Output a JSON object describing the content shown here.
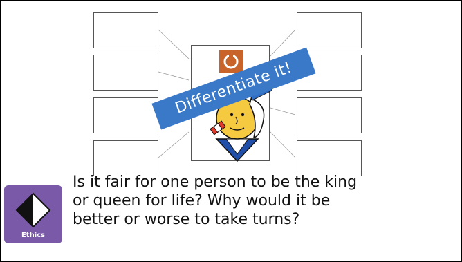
{
  "banner": {
    "text": "Differentiate it!"
  },
  "question": {
    "line1": "Is it fair for one person to be the king",
    "line2": "or queen for life? Why would it be",
    "line3": "better or worse to take turns?"
  },
  "badge": {
    "label": "Ethics",
    "icon": "ethics-diamond-icon"
  },
  "colors": {
    "banner": "#3a78c8",
    "badge": "#7a5aa8",
    "box_border": "#555555"
  }
}
